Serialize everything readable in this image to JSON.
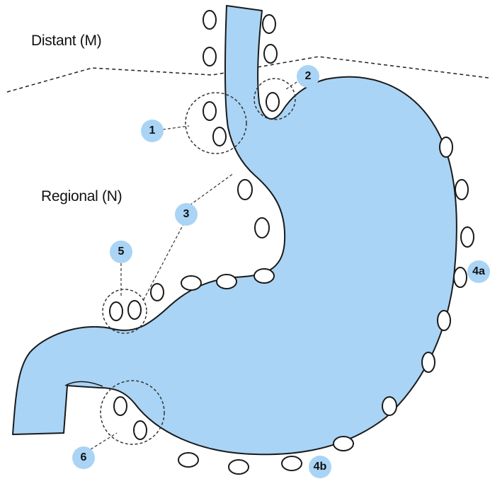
{
  "labels": {
    "distant": "Distant (M)",
    "regional": "Regional (N)"
  },
  "stations": [
    {
      "id": "1",
      "label": "1"
    },
    {
      "id": "2",
      "label": "2"
    },
    {
      "id": "3",
      "label": "3"
    },
    {
      "id": "5",
      "label": "5"
    },
    {
      "id": "4a",
      "label": "4a"
    },
    {
      "id": "4b",
      "label": "4b"
    },
    {
      "id": "6",
      "label": "6"
    }
  ],
  "colors": {
    "organ_fill": "#a9d4f5",
    "outline": "#1a1a1a",
    "badge_fill": "#a9d4f5",
    "node_fill": "#ffffff"
  }
}
